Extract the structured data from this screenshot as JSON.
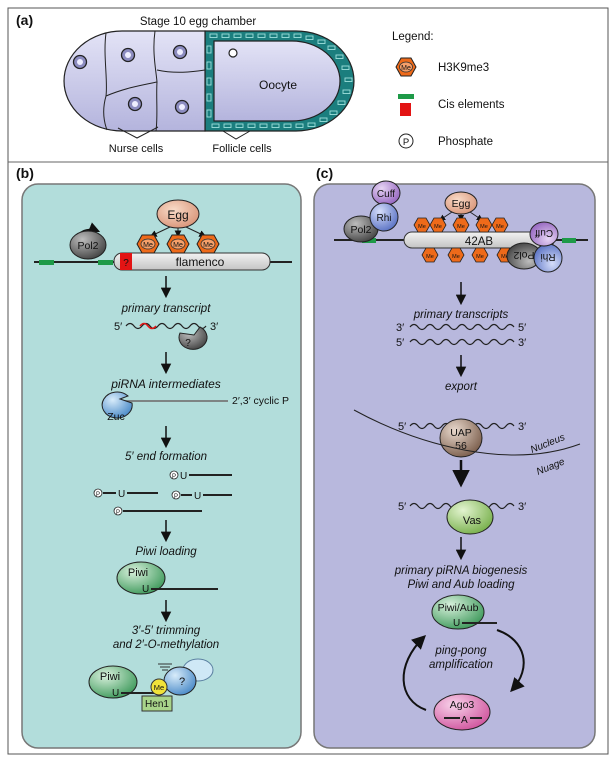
{
  "panel_a": {
    "label": "(a)",
    "title": "Stage 10 egg chamber",
    "oocyte": "Oocyte",
    "nurse_cells": "Nurse cells",
    "follicle_cells": "Follicle cells"
  },
  "legend": {
    "title": "Legend:",
    "h3k9me3": "H3K9me3",
    "cis": "Cis elements",
    "phosphate": "Phosphate",
    "me": "Me",
    "p": "P"
  },
  "panel_b": {
    "label": "(b)",
    "egg": "Egg",
    "me": "Me",
    "pol2": "Pol2",
    "question": "?",
    "locus": "flamenco",
    "primary_transcript": "primary transcript",
    "five": "5′",
    "three": "3′",
    "q2": "?",
    "intermediates": "piRNA intermediates",
    "cyclic": "2′,3′ cyclic P",
    "zuc": "Zuc",
    "end_formation": "5′ end formation",
    "p": "P",
    "u": "U",
    "loading": "Piwi loading",
    "piwi": "Piwi",
    "trimming_1": "3′-5′ trimming",
    "trimming_2": "and 2′-O-methylation",
    "hen1": "Hen1"
  },
  "panel_c": {
    "label": "(c)",
    "cuff": "Cuff",
    "rhi": "Rhi",
    "egg": "Egg",
    "me": "Me",
    "pol2": "Pol2",
    "locus": "42AB",
    "transcripts": "primary transcripts",
    "five": "5′",
    "three": "3′",
    "export": "export",
    "uap": "UAP",
    "uap2": "56",
    "nucleus": "Nucleus",
    "nuage": "Nuage",
    "vas": "Vas",
    "biogenesis_1": "primary piRNA biogenesis",
    "biogenesis_2": "Piwi and Aub loading",
    "piwi_aub": "Piwi/Aub",
    "u": "U",
    "pingpong_1": "ping-pong",
    "pingpong_2": "amplification",
    "ago3": "Ago3",
    "a": "A"
  }
}
